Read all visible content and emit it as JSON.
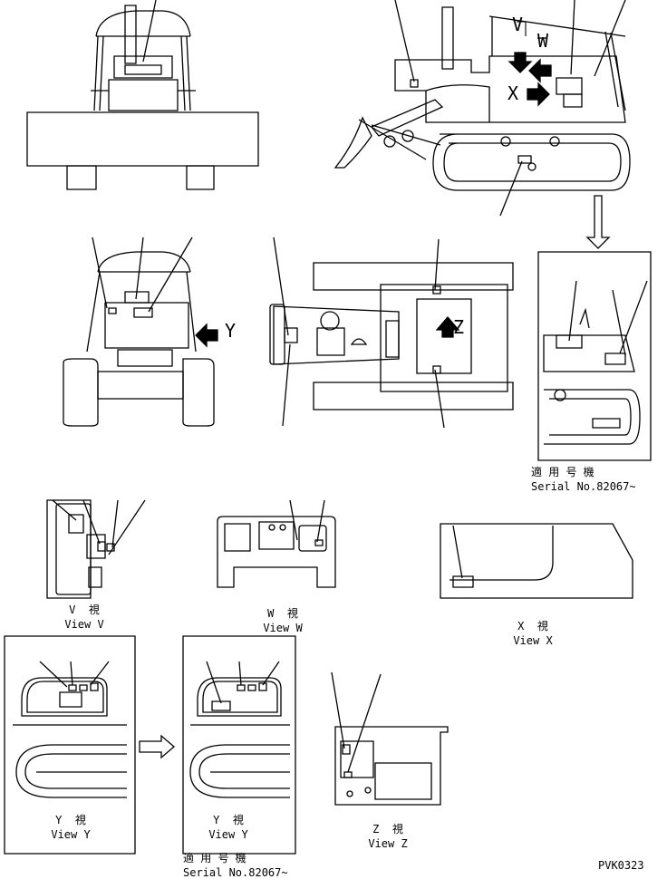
{
  "labels": {
    "arrow_v": "V",
    "arrow_w": "W",
    "arrow_x": "X",
    "arrow_y": "Y",
    "arrow_z": "Z",
    "serial_top": {
      "jp": "適 用 号 機",
      "en": "Serial No.82067~"
    },
    "view_v": {
      "jp": "V  視",
      "en": "View V"
    },
    "view_w": {
      "jp": "W  視",
      "en": "View W"
    },
    "view_x": {
      "jp": "X  視",
      "en": "View X"
    },
    "view_y1": {
      "jp": "Y  視",
      "en": "View Y"
    },
    "view_y2": {
      "jp": "Y  視",
      "en": "View Y"
    },
    "view_z": {
      "jp": "Z  視",
      "en": "View Z"
    },
    "serial_bottom": {
      "jp": "適 用 号 機",
      "en": "Serial No.82067~"
    },
    "drawing_code": "PVK0323"
  }
}
